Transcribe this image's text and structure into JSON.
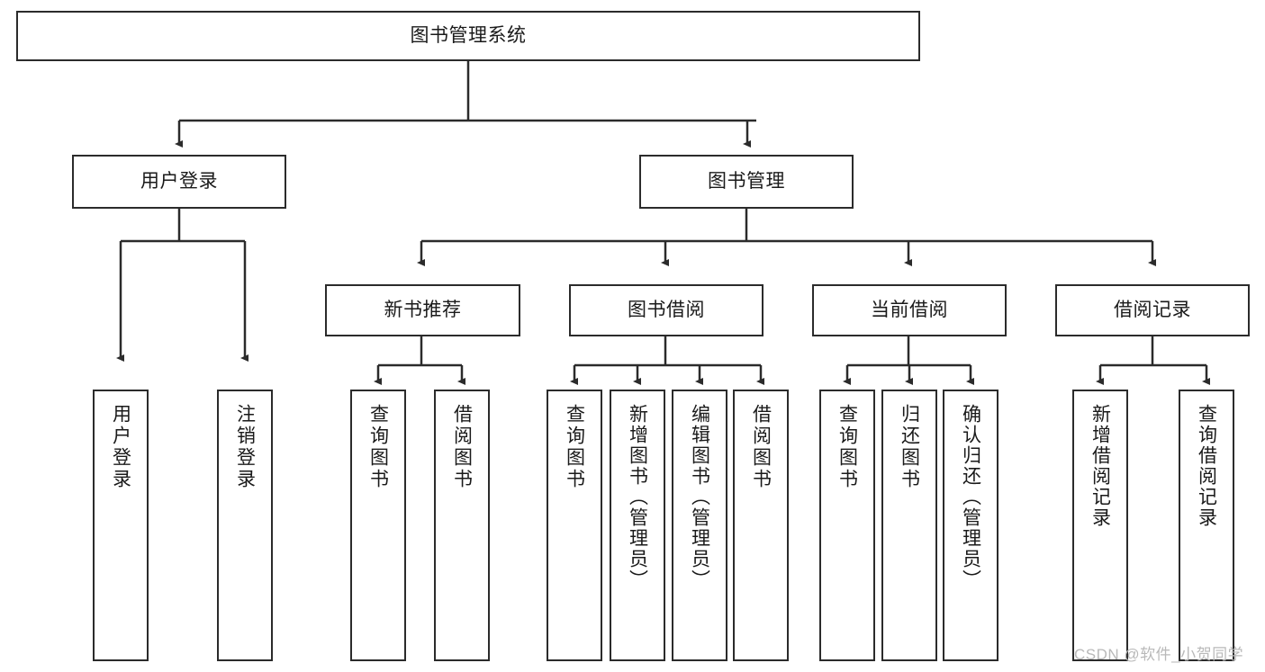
{
  "diagram": {
    "type": "tree-hierarchy",
    "title": "图书管理系统",
    "stroke_color": "#2b2b2b",
    "background_color": "#ffffff",
    "text_color": "#1a1a1a",
    "levels": [
      {
        "level": 1,
        "nodes": [
          {
            "id": "root",
            "label": "图书管理系统",
            "orientation": "horizontal"
          }
        ]
      },
      {
        "level": 2,
        "nodes": [
          {
            "id": "user-login",
            "label": "用户登录",
            "orientation": "horizontal",
            "parent": "root"
          },
          {
            "id": "book-manage",
            "label": "图书管理",
            "orientation": "horizontal",
            "parent": "root"
          }
        ]
      },
      {
        "level": 3,
        "nodes": [
          {
            "id": "new-book-rec",
            "label": "新书推荐",
            "orientation": "horizontal",
            "parent": "book-manage"
          },
          {
            "id": "book-borrow",
            "label": "图书借阅",
            "orientation": "horizontal",
            "parent": "book-manage"
          },
          {
            "id": "current-borrow",
            "label": "当前借阅",
            "orientation": "horizontal",
            "parent": "book-manage"
          },
          {
            "id": "borrow-record",
            "label": "借阅记录",
            "orientation": "horizontal",
            "parent": "book-manage"
          }
        ]
      },
      {
        "level": 4,
        "nodes": [
          {
            "id": "leaf-user-login",
            "label": "用户登录",
            "orientation": "vertical",
            "parent": "user-login"
          },
          {
            "id": "leaf-user-logout",
            "label": "注销登录",
            "orientation": "vertical",
            "parent": "user-login"
          },
          {
            "id": "leaf-query-book-1",
            "label": "查询图书",
            "orientation": "vertical",
            "parent": "new-book-rec"
          },
          {
            "id": "leaf-borrow-book-1",
            "label": "借阅图书",
            "orientation": "vertical",
            "parent": "new-book-rec"
          },
          {
            "id": "leaf-query-book-2",
            "label": "查询图书",
            "orientation": "vertical",
            "parent": "book-borrow"
          },
          {
            "id": "leaf-add-book",
            "label": "新增图书（管理员）",
            "orientation": "vertical",
            "parent": "book-borrow"
          },
          {
            "id": "leaf-edit-book",
            "label": "编辑图书（管理员）",
            "orientation": "vertical",
            "parent": "book-borrow"
          },
          {
            "id": "leaf-borrow-book-2",
            "label": "借阅图书",
            "orientation": "vertical",
            "parent": "book-borrow"
          },
          {
            "id": "leaf-query-book-3",
            "label": "查询图书",
            "orientation": "vertical",
            "parent": "current-borrow"
          },
          {
            "id": "leaf-return-book",
            "label": "归还图书",
            "orientation": "vertical",
            "parent": "current-borrow"
          },
          {
            "id": "leaf-confirm-return",
            "label": "确认归还（管理员）",
            "orientation": "vertical",
            "parent": "current-borrow"
          },
          {
            "id": "leaf-add-record",
            "label": "新增借阅记录",
            "orientation": "vertical",
            "parent": "borrow-record"
          },
          {
            "id": "leaf-query-record",
            "label": "查询借阅记录",
            "orientation": "vertical",
            "parent": "borrow-record"
          }
        ]
      }
    ]
  },
  "watermark": {
    "text": "CSDN @软件_小贺同学",
    "color": "#b9b9b9"
  }
}
